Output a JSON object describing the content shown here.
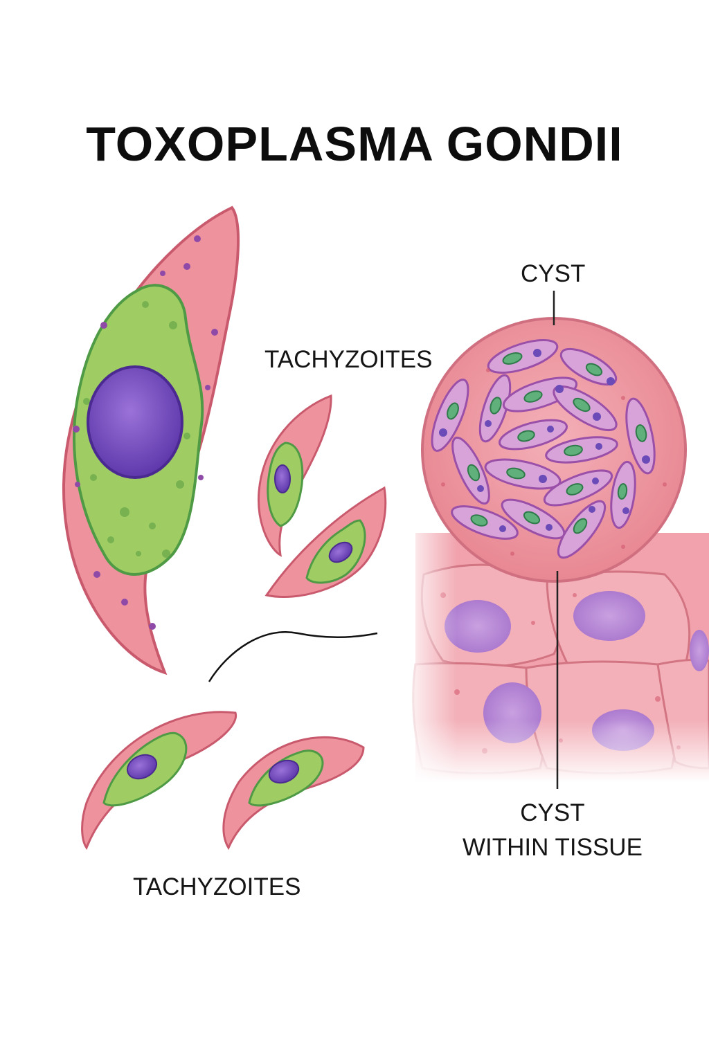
{
  "title": "TOXOPLASMA GONDII",
  "labels": {
    "cyst": "CYST",
    "tachyzoites_upper": "TACHYZOITES",
    "tachyzoites_lower": "TACHYZOITES",
    "cyst_within_tissue_line1": "CYST",
    "cyst_within_tissue_line2": "WITHIN TISSUE"
  },
  "colors": {
    "cell_pink": "#e98c98",
    "cell_outline": "#c45c6c",
    "cytoplasm_green": "#9ccc63",
    "green_outline": "#4e9a46",
    "nucleus_purple": "#7a4fc0",
    "bradyzoite_violet": "#c983c8",
    "tissue_nucleus": "#b07ad0"
  }
}
